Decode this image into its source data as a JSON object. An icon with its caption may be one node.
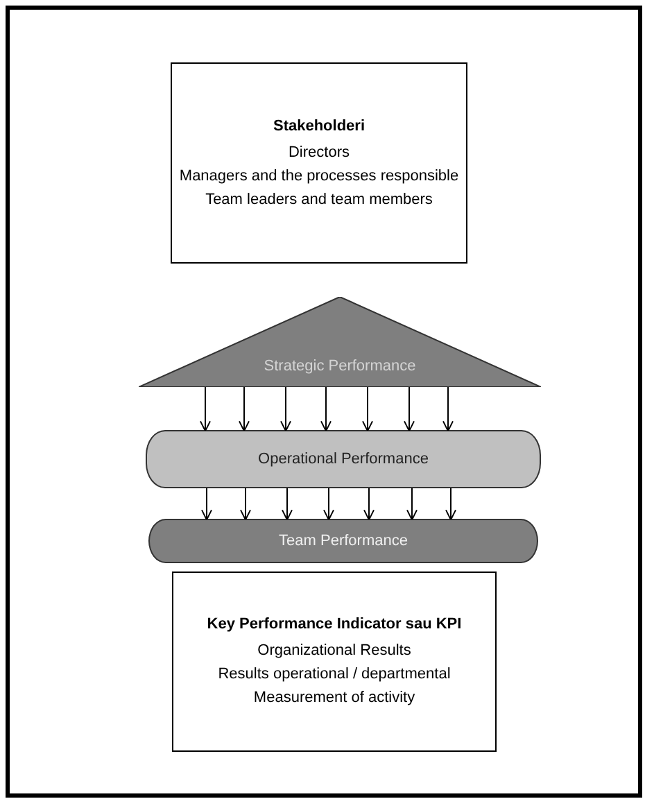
{
  "diagram": {
    "nodes": [
      {
        "text": [
          "Stakeholderi",
          "Directors",
          "Managers and the processes responsible",
          "Team leaders and team members"
        ]
      },
      {
        "text": [
          "Strategic Performance"
        ]
      },
      {
        "text": [
          "Operational Performance"
        ]
      },
      {
        "text": [
          "Team Performance"
        ]
      },
      {
        "text": [
          "Key Performance Indicator sau KPI",
          "Organizational Results",
          "Results operational / departmental",
          "Measurement of activity"
        ]
      }
    ],
    "edges": [
      {
        "from": 1,
        "to": 2,
        "arrow": "to"
      },
      {
        "from": 1,
        "to": 2,
        "arrow": "to"
      },
      {
        "from": 1,
        "to": 2,
        "arrow": "to"
      },
      {
        "from": 1,
        "to": 2,
        "arrow": "to"
      },
      {
        "from": 1,
        "to": 2,
        "arrow": "to"
      },
      {
        "from": 1,
        "to": 2,
        "arrow": "to"
      },
      {
        "from": 1,
        "to": 2,
        "arrow": "to"
      },
      {
        "from": 2,
        "to": 3,
        "arrow": "to"
      },
      {
        "from": 2,
        "to": 3,
        "arrow": "to"
      },
      {
        "from": 2,
        "to": 3,
        "arrow": "to"
      },
      {
        "from": 2,
        "to": 3,
        "arrow": "to"
      },
      {
        "from": 2,
        "to": 3,
        "arrow": "to"
      },
      {
        "from": 2,
        "to": 3,
        "arrow": "to"
      },
      {
        "from": 2,
        "to": 3,
        "arrow": "to"
      }
    ]
  }
}
